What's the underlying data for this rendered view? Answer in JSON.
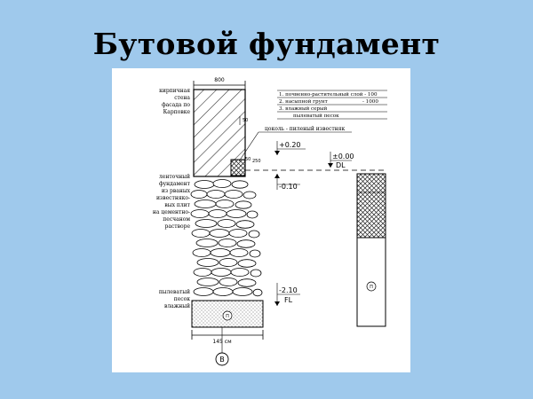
{
  "slide": {
    "title": "Бутовой фундамент"
  },
  "drawing": {
    "labels": {
      "brick_wall": [
        "кирпичная",
        "стена",
        "фасада по",
        "Карповке"
      ],
      "strip_foundation": [
        "ленточный",
        "фундамент",
        "из рваных",
        "известняко-",
        "вых плит",
        "на цементно-",
        "песчаном",
        "растворе"
      ],
      "sand_bed": [
        "пылеватый",
        "песок",
        "влажный"
      ],
      "plinth": "цоколь - пиленый известняк",
      "dim_wall_width": "800",
      "dim_50_top": "50",
      "dim_50_side": "50",
      "dim_250": "250",
      "dim_base_width": "145 см",
      "axis_marker": "В",
      "soil_marker_left": "П",
      "soil_marker_right": "П",
      "level_plus_020": "+0.20",
      "level_000": "±0.00",
      "level_dl": "DL",
      "level_minus_010": "-0.10",
      "level_minus_210": "-2.10",
      "level_fl": "FL"
    },
    "legend": [
      {
        "text": "1. почвенно-растительный слой - 100"
      },
      {
        "text": "2. насыпной грунт",
        "value": "- 1000"
      },
      {
        "text": "3. влажный серый"
      },
      {
        "text": "пылеватый песок"
      }
    ]
  }
}
